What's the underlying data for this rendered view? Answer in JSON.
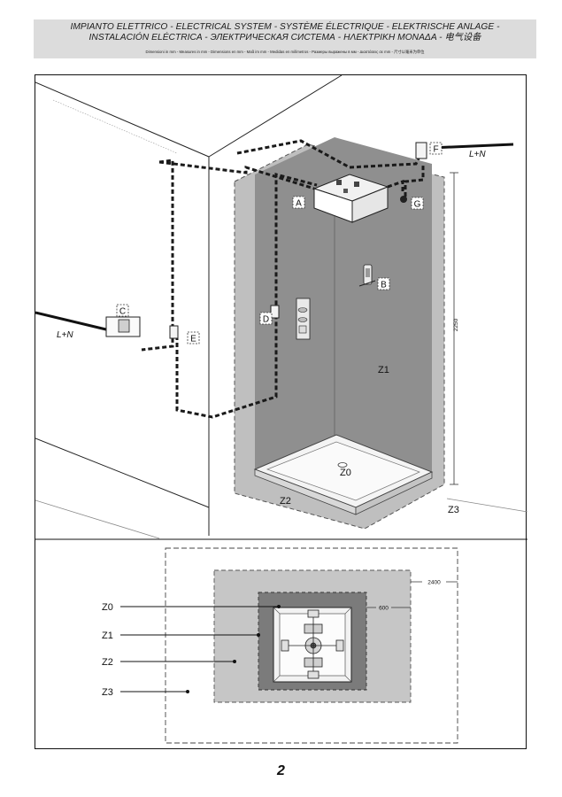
{
  "header": {
    "title_line1": "IMPIANTO ELETTRICO - ELECTRICAL SYSTEM - SYSTÈME ÉLECTRIQUE - ELEKTRISCHE ANLAGE -",
    "title_line2": "INSTALACIÓN ELÉCTRICA - ЭЛЕКТРИЧЕСКАЯ СИСТЕМА - ΗΛΕΚΤΡΙΚΗ ΜΟΝΑΔΑ - 电气设备",
    "measures": "Dimensioni in mm - Measures in mm - Dimensions en mm - Maß im mm - Medidas en milímetros - Размеры выражены в мм - Διαστάσεις σε mm - 尺寸以毫米为单位"
  },
  "diagram": {
    "labels": {
      "a": "A",
      "b": "B",
      "c": "C",
      "d": "D",
      "e": "E",
      "f": "F",
      "g": "G",
      "power_left": "L+N",
      "power_right": "L+N",
      "zone0": "Z0",
      "zone1": "Z1",
      "zone2": "Z2",
      "zone3": "Z3",
      "height": "2250"
    },
    "plan": {
      "zone_labels": [
        "Z0",
        "Z1",
        "Z2",
        "Z3"
      ],
      "dim_outer": "2400",
      "dim_inner": "600"
    }
  },
  "page_number": "2"
}
